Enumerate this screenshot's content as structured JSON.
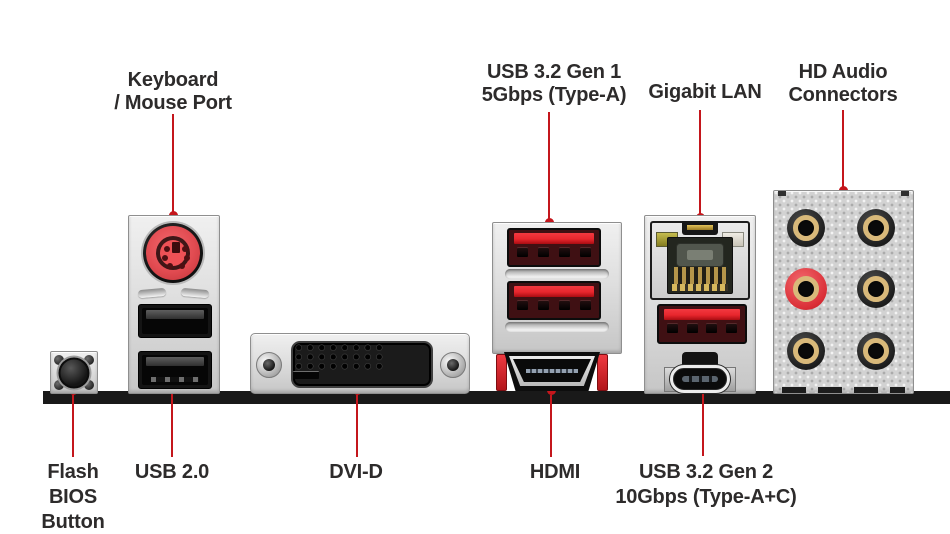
{
  "colors": {
    "background": "#ffffff",
    "callout_red": "#c4161c",
    "text": "#2d2b2b",
    "bar": "#191919",
    "port_red": "#e8262d",
    "ps2_red": "#ee5156",
    "gold": "#d9b97a",
    "silver_hi": "#f0f0f0",
    "silver_lo": "#c6c6c6"
  },
  "callouts_top": [
    {
      "id": "keyboard-mouse-port",
      "lines": [
        "Keyboard",
        "/ Mouse Port"
      ]
    },
    {
      "id": "usb-3-2-gen-1",
      "lines": [
        "USB 3.2 Gen 1",
        "5Gbps (Type-A)"
      ]
    },
    {
      "id": "gigabit-lan",
      "lines": [
        "Gigabit LAN"
      ]
    },
    {
      "id": "hd-audio-connectors",
      "lines": [
        "HD Audio",
        "Connectors"
      ]
    }
  ],
  "callouts_bottom": [
    {
      "id": "flash-bios-button",
      "lines": [
        "Flash",
        "BIOS",
        "Button"
      ]
    },
    {
      "id": "usb-2-0",
      "lines": [
        "USB 2.0"
      ]
    },
    {
      "id": "dvi-d",
      "lines": [
        "DVI-D"
      ]
    },
    {
      "id": "hdmi",
      "lines": [
        "HDMI"
      ]
    },
    {
      "id": "usb-3-2-gen-2",
      "lines": [
        "USB 3.2 Gen 2",
        "10Gbps (Type-A+C)"
      ]
    }
  ]
}
